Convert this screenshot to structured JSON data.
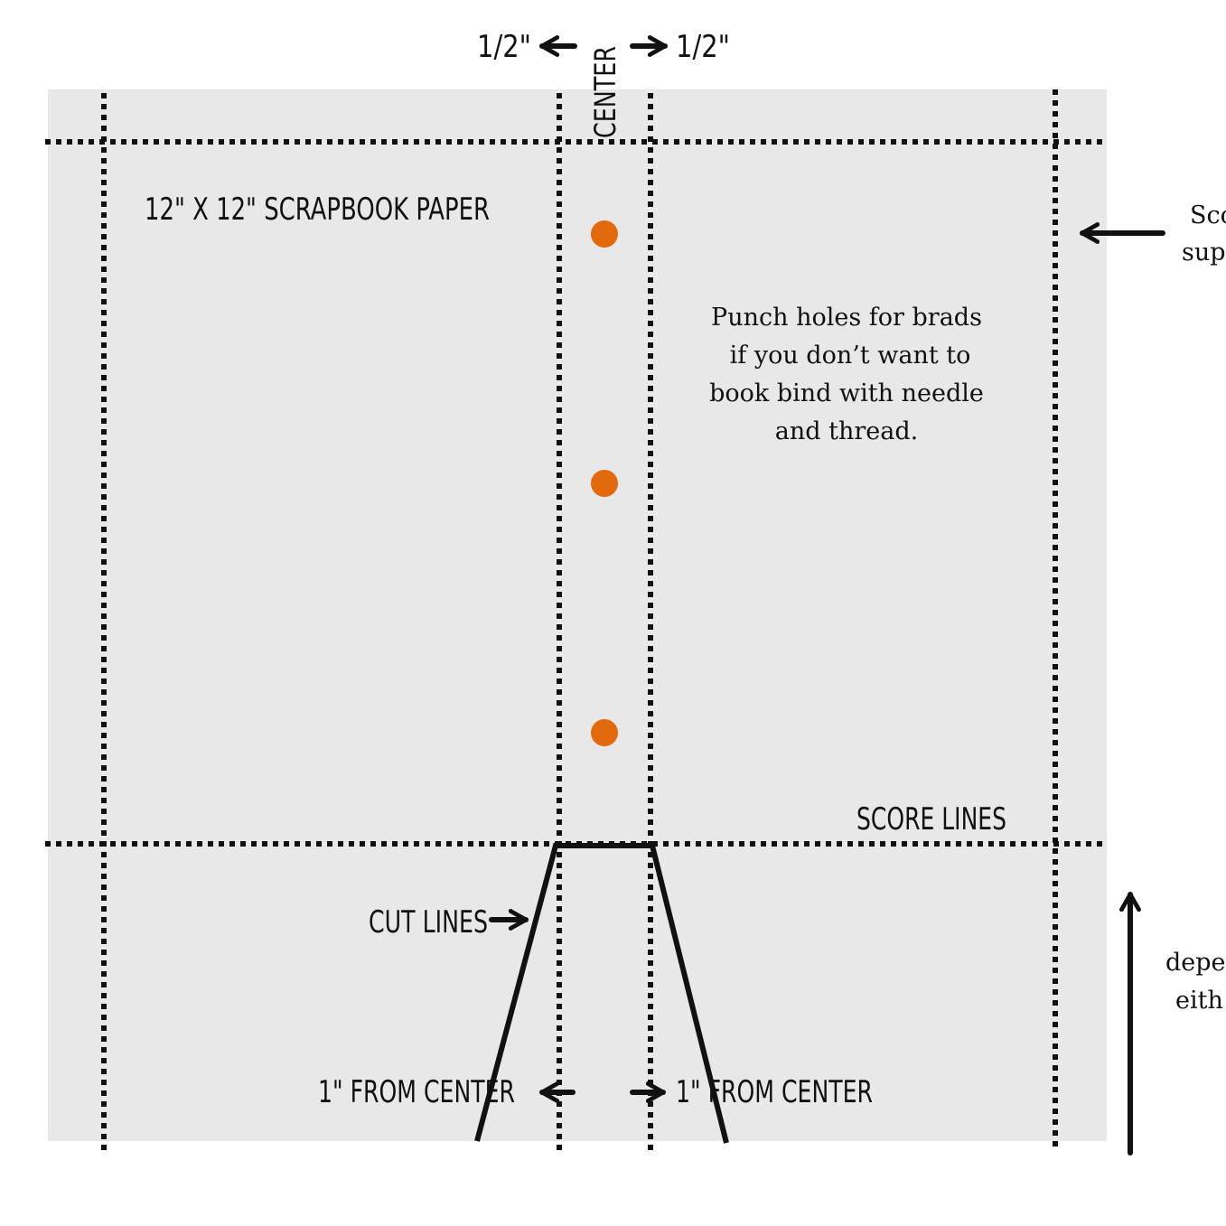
{
  "paper": {
    "title": "12\" X 12\" SCRAPBOOK PAPER",
    "fill": "#e8e8e8"
  },
  "colors": {
    "line": "#111111",
    "hole": "#e26a0c",
    "page_background": "#ffffff"
  },
  "labels": {
    "half_inch_left": "1/2\"",
    "half_inch_right": "1/2\"",
    "center": "CENTER",
    "score_lines": "SCORE LINES",
    "cut_lines": "CUT LINES",
    "from_center_left": "1\" FROM CENTER",
    "from_center_right": "1\" FROM CENTER"
  },
  "note": {
    "lines": [
      "Punch holes for brads",
      "if you don’t want to",
      "book bind with needle",
      "and thread."
    ]
  },
  "side_notes": {
    "top_right_lines": [
      "Sco",
      "sup"
    ],
    "bottom_right_lines": [
      "depe",
      "eith"
    ]
  },
  "holes": {
    "count": 3
  }
}
